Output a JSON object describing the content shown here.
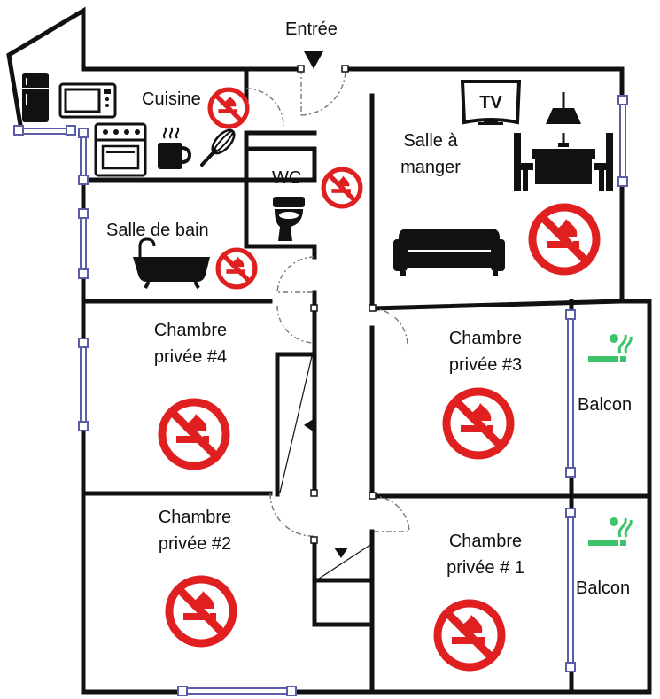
{
  "entrance": {
    "label": "Entrée"
  },
  "rooms": {
    "cuisine": {
      "label": "Cuisine"
    },
    "wc": {
      "label": "WC"
    },
    "salle_de_bain": {
      "label": "Salle de bain"
    },
    "salle_a_manger": {
      "line1": "Salle à",
      "line2": "manger"
    },
    "chambre_4": {
      "line1": "Chambre",
      "line2": "privée #4"
    },
    "chambre_3": {
      "line1": "Chambre",
      "line2": "privée #3"
    },
    "chambre_2": {
      "line1": "Chambre",
      "line2": "privée #2"
    },
    "chambre_1": {
      "line1": "Chambre",
      "line2": "privée # 1"
    },
    "balcon_haut": {
      "label": "Balcon"
    },
    "balcon_bas": {
      "label": "Balcon"
    }
  },
  "appliances": {
    "tv": "TV"
  },
  "icons": {
    "no_smoking": "no-smoking-icon",
    "smoking_allowed": "smoking-allowed-icon",
    "fridge": "fridge-icon",
    "microwave": "microwave-icon",
    "stove": "stove-icon",
    "mug": "mug-icon",
    "whisk": "whisk-icon",
    "toilet": "toilet-icon",
    "bathtub": "bathtub-icon",
    "television": "tv-icon",
    "lamp": "lamp-icon",
    "dining_table": "dining-table-icon",
    "sofa": "sofa-icon"
  },
  "colors": {
    "wall": "#111111",
    "window": "#5b5ea6",
    "no_smoking_red": "#e02020",
    "smoking_green": "#3ec26a"
  }
}
